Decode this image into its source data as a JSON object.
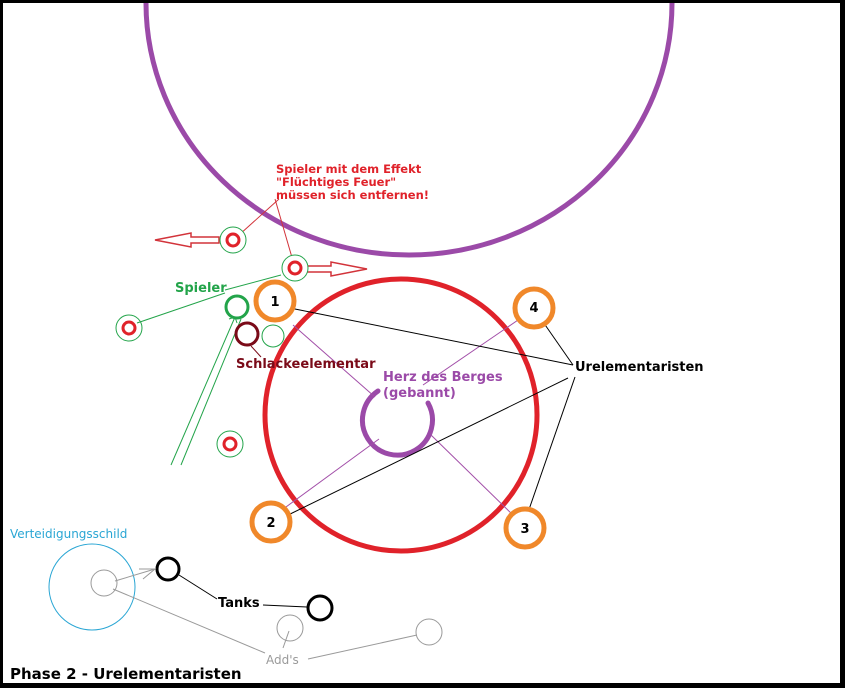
{
  "title": "Phase 2 - Urelementaristen",
  "labels": {
    "effect_line1": "Spieler mit dem Effekt",
    "effect_line2": "\"Flüchtiges Feuer\"",
    "effect_line3": "müssen sich entfernen!",
    "players": "Spieler",
    "slag": "Schlackeelementar",
    "heart_line1": "Herz des Berges",
    "heart_line2": "(gebannt)",
    "primal": "Urelementaristen",
    "shield": "Verteidigungsschild",
    "tanks": "Tanks",
    "adds": "Add's"
  },
  "markers": [
    "1",
    "2",
    "3",
    "4"
  ],
  "colors": {
    "purple": "#9b4aa8",
    "red": "#e0222a",
    "orange": "#f0882a",
    "green": "#23a44a",
    "dark_red": "#7a0a18",
    "cyan": "#2aa6d4",
    "gray": "#9a9a9a",
    "black": "#000000"
  }
}
